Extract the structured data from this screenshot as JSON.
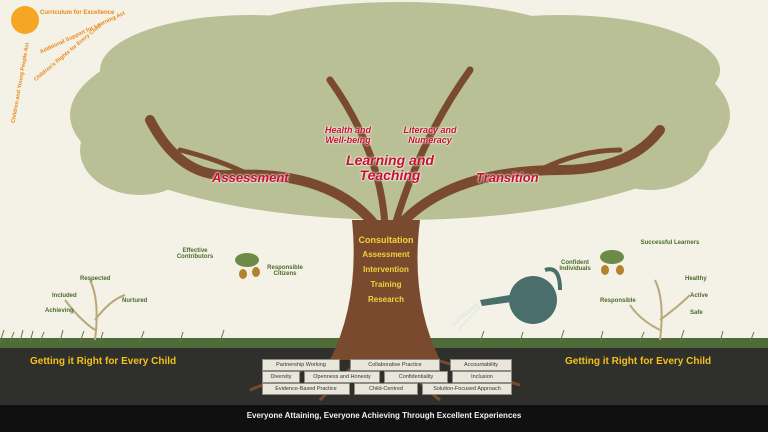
{
  "sun_texts": [
    "Curriculum for Excellence",
    "Additional Support for Learning Act",
    "Children's Rights for Every Child",
    "Children and Young People Act"
  ],
  "canopy_labels": {
    "health": "Health and Well-being",
    "literacy": "Literacy and Numeracy",
    "learning": "Learning and Teaching",
    "assessment": "Assessment",
    "transition": "Transition"
  },
  "trunk_labels": [
    "Consultation",
    "Assessment",
    "Intervention",
    "Training",
    "Research"
  ],
  "capacities_left": {
    "effective": "Effective Contributors",
    "responsible": "Responsible Citizens"
  },
  "capacities_right": {
    "successful": "Successful Learners",
    "confident": "Confident Individuals"
  },
  "wellbeing_left": [
    "Respected",
    "Included",
    "Nurtured",
    "Achieving"
  ],
  "wellbeing_right": [
    "Healthy",
    "Active",
    "Responsible",
    "Safe"
  ],
  "girfec_left": "Getting it Right for Every Child",
  "girfec_right": "Getting it Right for Every Child",
  "values_rows": [
    [
      "Partnership Working",
      "Collaborative Practice",
      "Accountability"
    ],
    [
      "Diversity",
      "Openness and Honesty",
      "Confidentiality",
      "Inclusion"
    ],
    [
      "Evidence-Based Practice",
      "Child-Centred",
      "Solution-Focused Approach"
    ]
  ],
  "footer": "Everyone Attaining, Everyone Achieving Through Excellent Experiences",
  "colors": {
    "canopy": "#b7bf94",
    "trunk": "#7a4a2e",
    "accent_red": "#c8102e",
    "trunk_text": "#f5d23a",
    "ground": "#3a3a36",
    "sun": "#f5a623"
  },
  "icons": [
    "sun-icon",
    "acorn-icon",
    "watering-can-icon",
    "sapling-icon",
    "grass-icon",
    "roots-icon"
  ]
}
